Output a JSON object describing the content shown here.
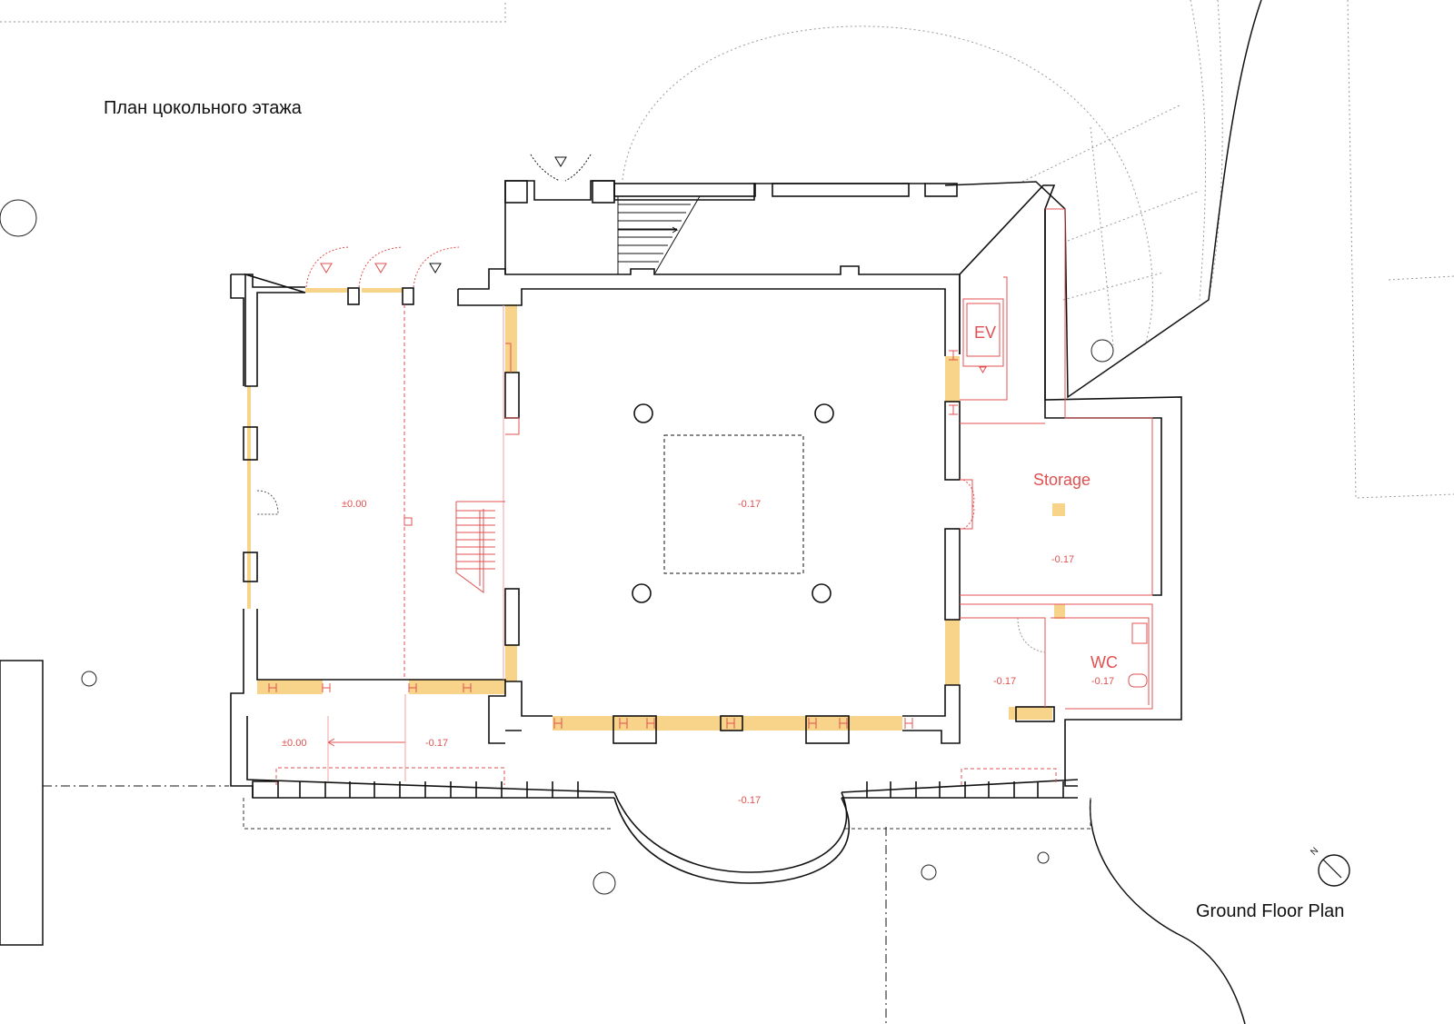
{
  "titles": {
    "russian": "План цокольного этажа",
    "english": "Ground Floor Plan"
  },
  "rooms": {
    "ev": "EV",
    "storage": "Storage",
    "wc": "WC"
  },
  "levels": {
    "west_hall": "±0.00",
    "main_hall": "-0.17",
    "storage": "-0.17",
    "corridor": "-0.17",
    "wc": "-0.17",
    "terrace_west": "±0.00",
    "terrace_mid": "-0.17",
    "apse": "-0.17"
  },
  "compass": {
    "label": "N"
  },
  "colors": {
    "wall": "#111111",
    "annotation": "#e05050",
    "highlight": "#f8d48a",
    "ghost": "#9a9a9a"
  }
}
